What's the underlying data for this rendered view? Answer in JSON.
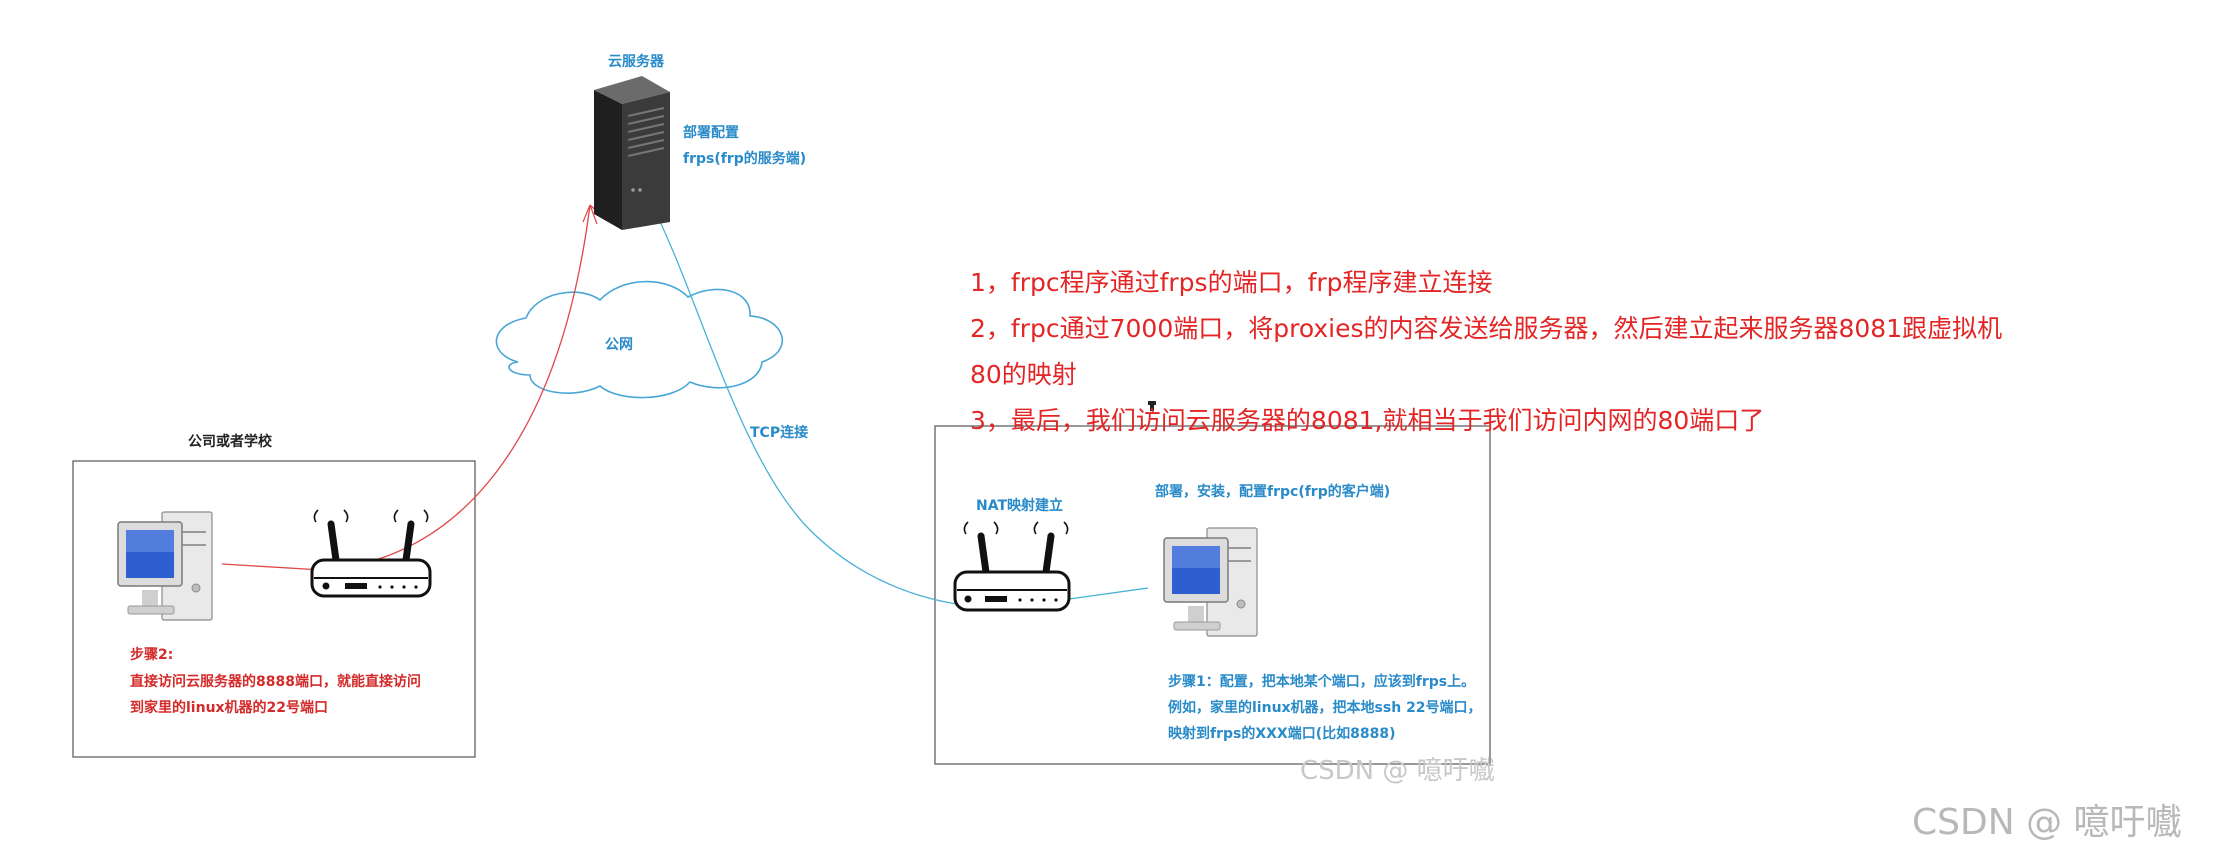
{
  "diagram": {
    "cloud_server": {
      "title": "云服务器",
      "deploy_label": "部署配置",
      "frps_label": "frps(frp的服务端)"
    },
    "internet_label": "公网",
    "tcp_label": "TCP连接",
    "company_box": {
      "title": "公司或者学校",
      "step2_title": "步骤2:",
      "step2_line1": "直接访问云服务器的8888端口，就能直接访问",
      "step2_line2": "到家里的linux机器的22号端口"
    },
    "home_box": {
      "nat_label": "NAT映射建立",
      "frpc_label": "部署，安装，配置frpc(frp的客户端)",
      "step1_line1": "步骤1：配置，把本地某个端口，应该到frps上。",
      "step1_line2": "例如，家里的linux机器，把本地ssh 22号端口，",
      "step1_line3": "映射到frps的XXX端口(比如8888)"
    },
    "notes": [
      "1，frpc程序通过frps的端口，frp程序建立连接",
      "2，frpc通过7000端口，将proxies的内容发送给服务器，然后建立起来服务器8081跟虚拟机",
      "80的映射",
      "3，最后，我们访问云服务器的8081,就相当于我们访问内网的80端口了"
    ],
    "watermark_inner": "CSDN @ 噫吁嚱",
    "watermark_corner": "CSDN @ 噫吁嚱",
    "colors": {
      "label_blue": "#2a8bc9",
      "label_red": "#d42a2a",
      "note_red": "#e32525",
      "link_red": "#e04848",
      "link_blue": "#49b2d6"
    }
  }
}
